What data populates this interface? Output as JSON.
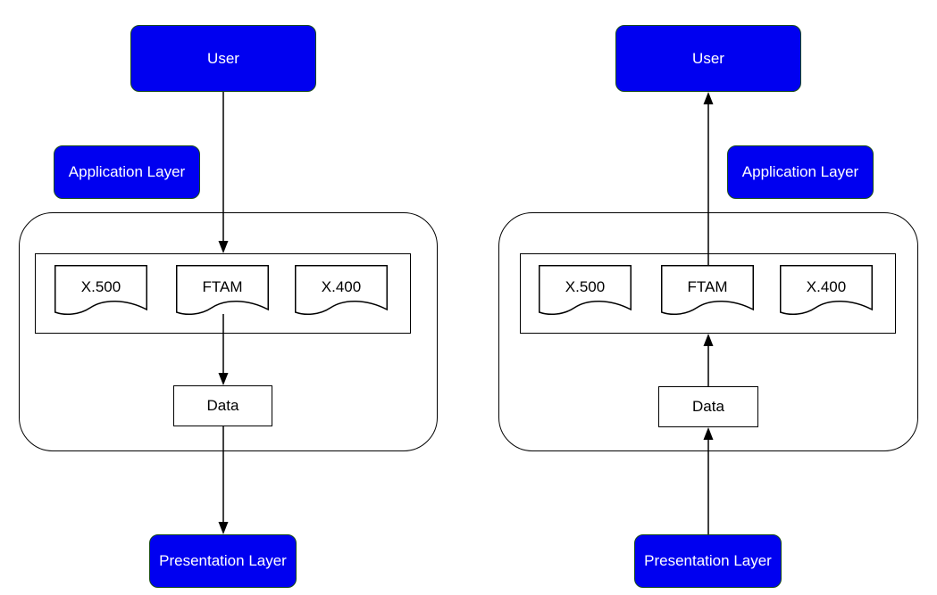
{
  "panels": [
    {
      "direction": "down",
      "user_label": "User",
      "application_layer_label": "Application Layer",
      "protocols": [
        "X.500",
        "FTAM",
        "X.400"
      ],
      "data_label": "Data",
      "presentation_layer_label": "Presentation Layer"
    },
    {
      "direction": "up",
      "user_label": "User",
      "application_layer_label": "Application Layer",
      "protocols": [
        "X.500",
        "FTAM",
        "X.400"
      ],
      "data_label": "Data",
      "presentation_layer_label": "Presentation Layer"
    }
  ],
  "colors": {
    "node_fill": "#0000f0",
    "node_text": "#ffffff",
    "node_border": "#1a4d1a",
    "line": "#000000"
  }
}
